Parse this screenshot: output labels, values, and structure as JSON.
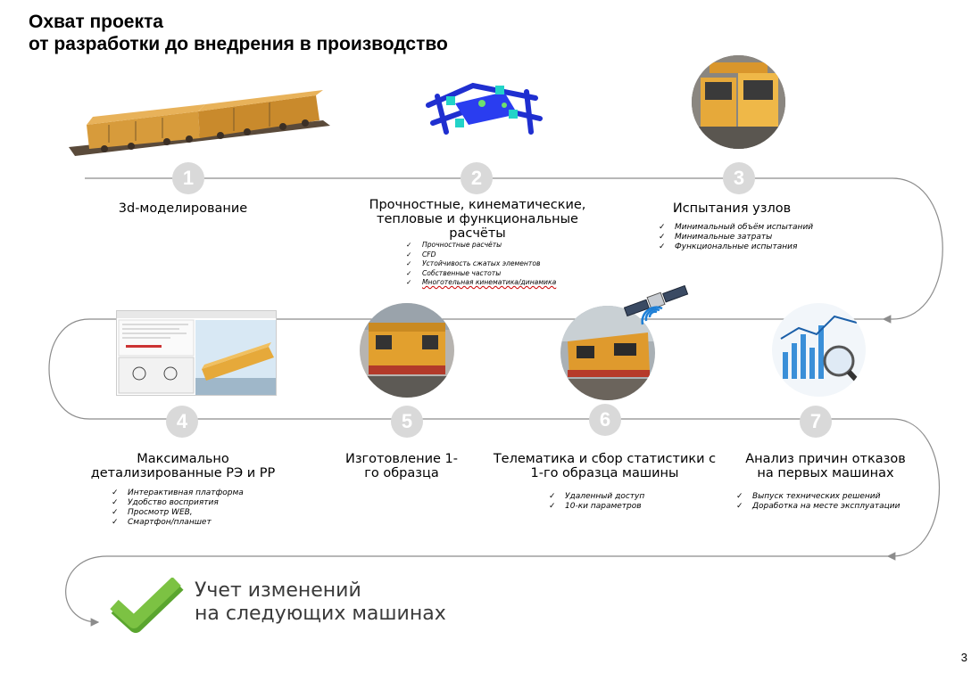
{
  "title": {
    "line1": "Охват проекта",
    "line2": "от разработки до внедрения в производство"
  },
  "steps": [
    {
      "number": "1",
      "title": "3d-моделирование",
      "bullets": []
    },
    {
      "number": "2",
      "title": "Прочностные, кинематические, тепловые и функциональные расчёты",
      "bullets": [
        "Прочностные расчёты",
        "CFD",
        "Устойчивость сжатых элементов",
        "Собственные частоты",
        "Многотельная кинематика/динамика"
      ]
    },
    {
      "number": "3",
      "title": "Испытания узлов",
      "bullets": [
        "Минимальный объём испытаний",
        "Минимальные затраты",
        "Функциональные испытания"
      ]
    },
    {
      "number": "4",
      "title": "Максимально детализированные РЭ и РР",
      "bullets": [
        "Интерактивная платформа",
        "Удобство восприятия",
        "Просмотр WEB,",
        "Смартфон/планшет"
      ]
    },
    {
      "number": "5",
      "title": "Изготовление 1-го образца",
      "bullets": []
    },
    {
      "number": "6",
      "title": "Телематика и сбор статистики с 1-го образца машины",
      "bullets": [
        "Удаленный доступ",
        "10-ки параметров"
      ]
    },
    {
      "number": "7",
      "title": "Анализ причин отказов на первых машинах",
      "bullets": [
        "Выпуск технических решений",
        "Доработка на месте эксплуатации"
      ]
    }
  ],
  "final": {
    "line1": "Учет изменений",
    "line2": "на следующих машинах"
  },
  "page_number": "3",
  "colors": {
    "circle": "#d9d9d9",
    "check": "#7cc243",
    "line": "#8c8c8c"
  }
}
